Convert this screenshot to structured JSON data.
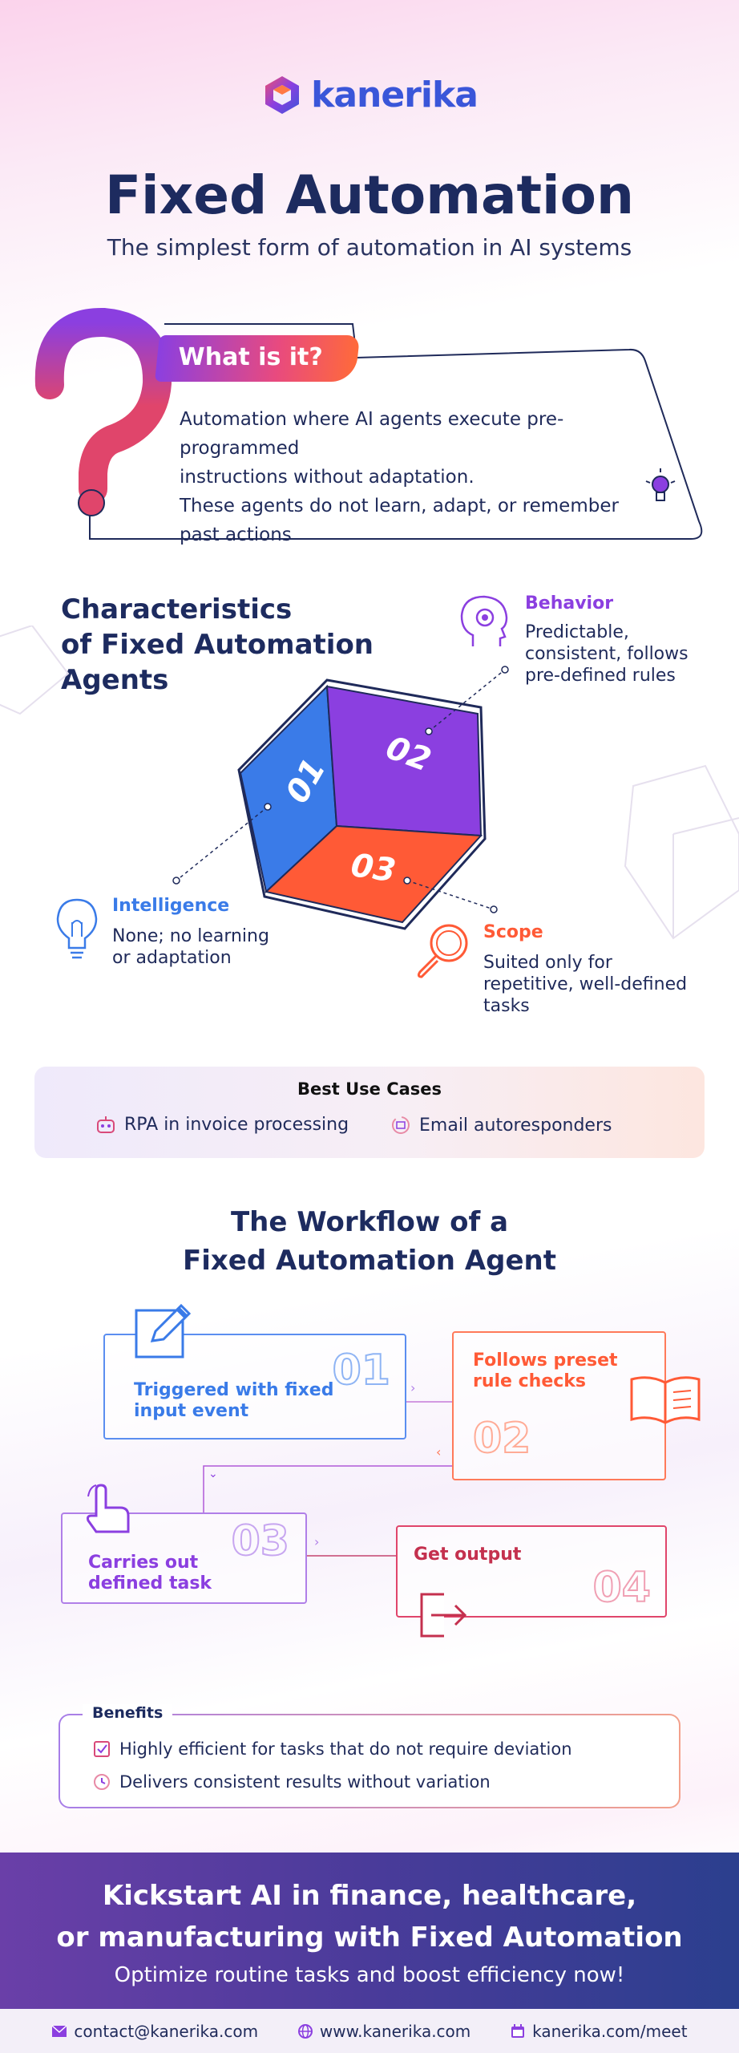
{
  "brand": {
    "name": "kanerika"
  },
  "header": {
    "title": "Fixed Automation",
    "subtitle": "The simplest form of automation in AI systems"
  },
  "what_is_it": {
    "heading": "What is it?",
    "lines": [
      "Automation where AI agents execute pre-programmed",
      "instructions without adaptation.",
      "These agents do not learn, adapt, or remember",
      "past actions"
    ]
  },
  "characteristics": {
    "title_lines": [
      "Characteristics",
      "of Fixed Automation",
      "Agents"
    ],
    "cube_faces": [
      "01",
      "02",
      "03"
    ],
    "behavior": {
      "title": "Behavior",
      "lines": [
        "Predictable,",
        "consistent, follows",
        "pre-defined rules"
      ]
    },
    "intelligence": {
      "title": "Intelligence",
      "lines": [
        "None; no learning",
        "or adaptation"
      ]
    },
    "scope": {
      "title": "Scope",
      "lines": [
        "Suited only for",
        "repetitive, well-defined",
        "tasks"
      ]
    }
  },
  "use_cases": {
    "title": "Best Use Cases",
    "items": [
      "RPA in invoice processing",
      "Email autoresponders"
    ]
  },
  "workflow": {
    "title_lines": [
      "The Workflow of a",
      "Fixed Automation Agent"
    ],
    "steps": [
      {
        "num": "01",
        "lines": [
          "Triggered with fixed",
          "input event"
        ]
      },
      {
        "num": "02",
        "lines": [
          "Follows preset",
          "rule checks"
        ]
      },
      {
        "num": "03",
        "lines": [
          "Carries out",
          "defined task"
        ]
      },
      {
        "num": "04",
        "lines": [
          "Get output"
        ]
      }
    ]
  },
  "benefits": {
    "title": "Benefits",
    "items": [
      "Highly efficient for tasks that do not require deviation",
      "Delivers consistent results without variation"
    ]
  },
  "cta": {
    "heading_lines": [
      "Kickstart AI in finance, healthcare,",
      "or manufacturing with Fixed Automation"
    ],
    "subtext": "Optimize routine tasks and boost efficiency now!"
  },
  "footer": {
    "email": "contact@kanerika.com",
    "website": "www.kanerika.com",
    "meet": "kanerika.com/meet"
  },
  "colors": {
    "navy": "#1d2b5f",
    "blue": "#3a7be8",
    "purple": "#8b3fe0",
    "orange": "#ff5a36",
    "pink": "#e0456b"
  }
}
